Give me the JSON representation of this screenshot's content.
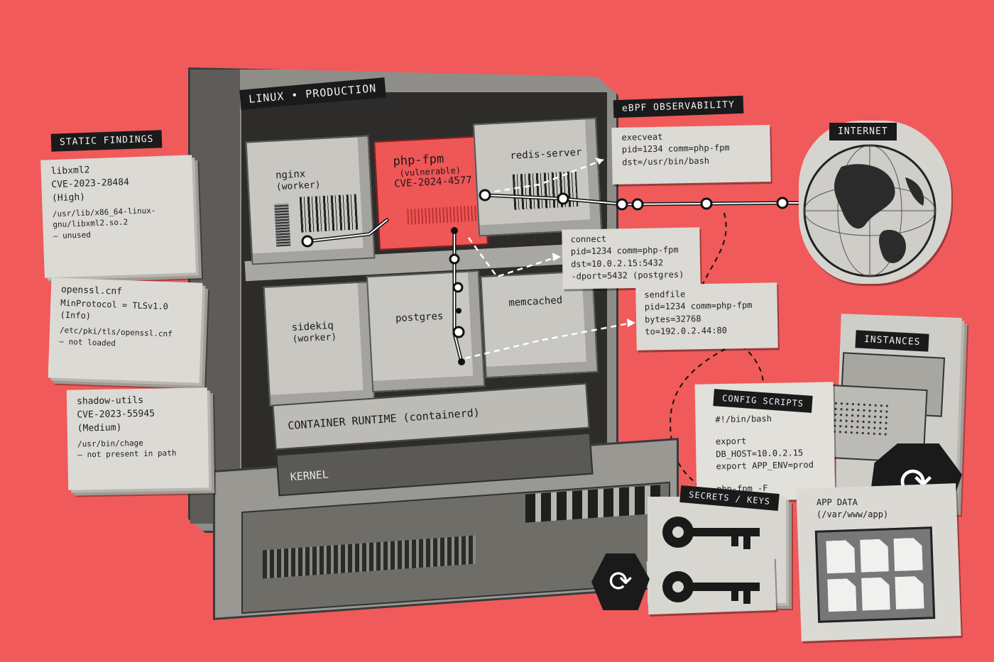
{
  "server": {
    "label": "LINUX • PRODUCTION",
    "processes": {
      "nginx": {
        "name": "nginx",
        "sub": "(worker)"
      },
      "php": {
        "name": "php-fpm",
        "sub": "(vulnerable)",
        "cve": "CVE-2024-4577"
      },
      "redis": {
        "name": "redis-server"
      },
      "sidekiq": {
        "name": "sidekiq",
        "sub": "(worker)"
      },
      "postgres": {
        "name": "postgres"
      },
      "memcached": {
        "name": "memcached"
      }
    },
    "runtime": "CONTAINER RUNTIME (containerd)",
    "kernel": "KERNEL"
  },
  "static_findings": {
    "title": "STATIC FINDINGS",
    "items": [
      {
        "l1": "libxml2",
        "l2": "CVE-2023-28484",
        "l3": "(High)",
        "path": "/usr/lib/x86_64-linux-gnu/libxml2.so.2",
        "note": "— unused"
      },
      {
        "l1": "openssl.cnf",
        "l2": "MinProtocol = TLSv1.0",
        "l3": "(Info)",
        "path": "/etc/pki/tls/openssl.cnf",
        "note": "— not loaded"
      },
      {
        "l1": "shadow-utils",
        "l2": "CVE-2023-55945",
        "l3": "(Medium)",
        "path": "/usr/bin/chage",
        "note": "— not present in path"
      }
    ]
  },
  "ebpf": {
    "title": "eBPF OBSERVABILITY",
    "events": [
      {
        "l1": "execveat",
        "l2": "pid=1234 comm=php-fpm",
        "l3": "dst=/usr/bin/bash",
        "l4": ""
      },
      {
        "l1": "connect",
        "l2": "pid=1234 comm=php-fpm",
        "l3": "dst=10.0.2.15:5432",
        "l4": "-dport=5432 (postgres)"
      },
      {
        "l1": "sendfile",
        "l2": "pid=1234 comm=php-fpm",
        "l3": "bytes=32768",
        "l4": "to=192.0.2.44:80"
      }
    ]
  },
  "internet": {
    "title": "INTERNET"
  },
  "instances": {
    "title": "INSTANCES"
  },
  "config": {
    "title": "CONFIG SCRIPTS",
    "lines": [
      "#!/bin/bash",
      "export DB_HOST=10.0.2.15",
      "export APP_ENV=prod",
      "php-fpm -F"
    ]
  },
  "secrets": {
    "title": "SECRETS / KEYS"
  },
  "appdata": {
    "title": "APP DATA",
    "path": "(/var/www/app)"
  },
  "icons": [
    "key-icon",
    "sync-icon",
    "file-icon",
    "globe-icon"
  ]
}
